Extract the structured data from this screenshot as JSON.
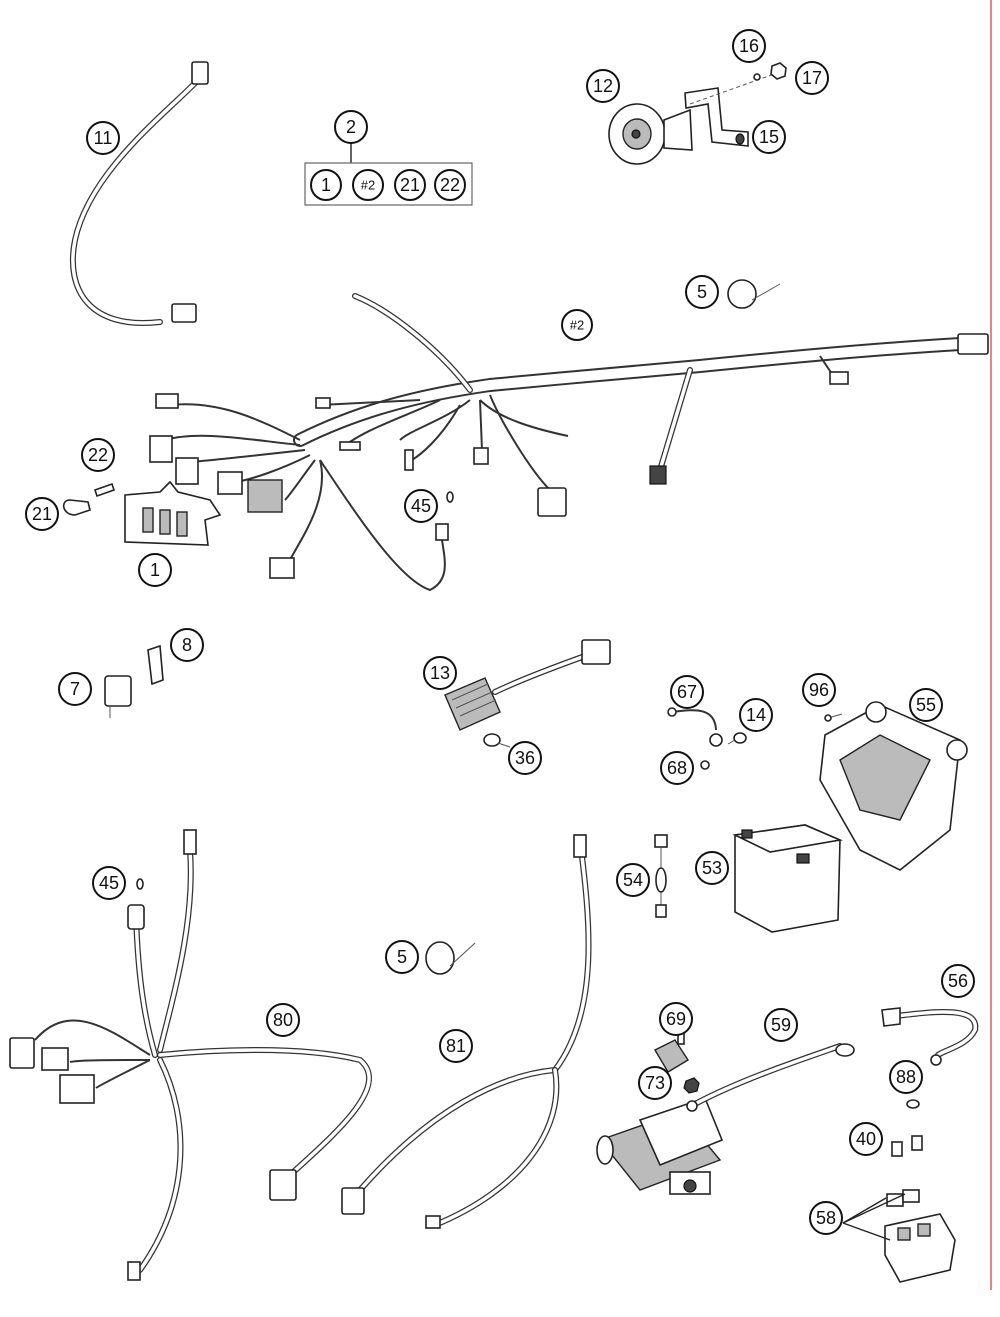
{
  "callouts": {
    "c11": "11",
    "c2": "2",
    "c1a": "1",
    "c2b": "#2",
    "c21a": "21",
    "c22a": "22",
    "c12": "12",
    "c16": "16",
    "c17": "17",
    "c15": "15",
    "c5a": "5",
    "c2c": "#2",
    "c22b": "22",
    "c21b": "21",
    "c1b": "1",
    "c45a": "45",
    "c8": "8",
    "c7": "7",
    "c13": "13",
    "c36": "36",
    "c67": "67",
    "c14": "14",
    "c68": "68",
    "c96": "96",
    "c55": "55",
    "c54": "54",
    "c53": "53",
    "c45b": "45",
    "c5b": "5",
    "c80": "80",
    "c81": "81",
    "c56": "56",
    "c69": "69",
    "c59": "59",
    "c73": "73",
    "c88": "88",
    "c40": "40",
    "c58": "58"
  }
}
